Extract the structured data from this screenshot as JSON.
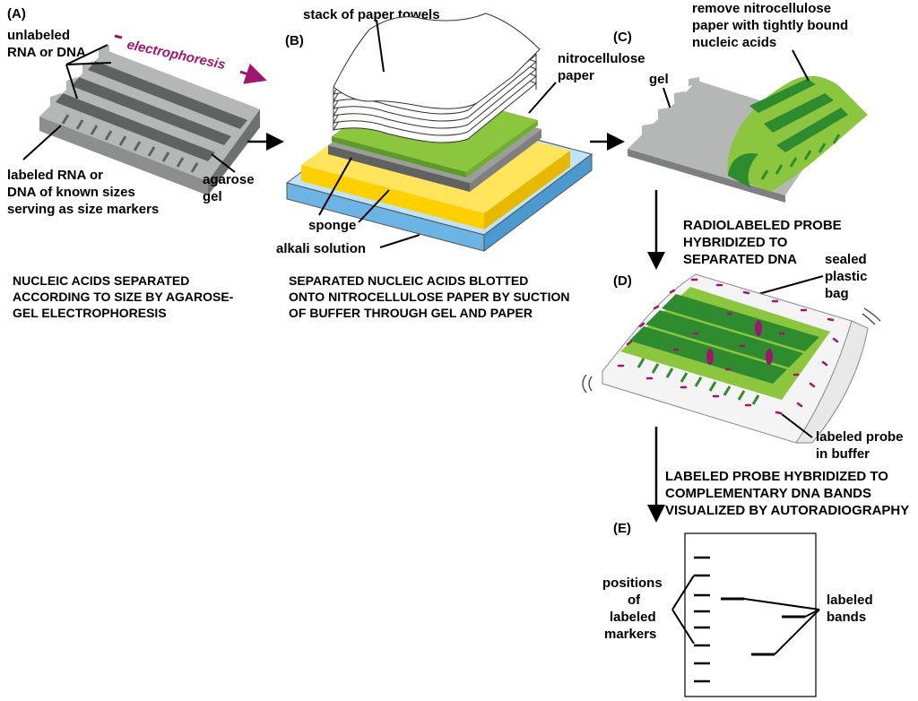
{
  "panels": {
    "a": {
      "letter": "(A)",
      "label_unlabeled": [
        "unlabeled",
        "RNA or DNA"
      ],
      "label_electrophoresis": "electrophoresis",
      "label_markers": [
        "labeled RNA or",
        "DNA of known sizes",
        "serving as size markers"
      ],
      "label_gel": [
        "agarose",
        "gel"
      ],
      "caption": [
        "NUCLEIC ACIDS SEPARATED",
        "ACCORDING TO SIZE BY AGAROSE-",
        "GEL ELECTROPHORESIS"
      ]
    },
    "b": {
      "letter": "(B)",
      "label_towels": "stack of paper towels",
      "label_nitro": [
        "nitrocellulose",
        "paper"
      ],
      "label_sponge": "sponge",
      "label_alkali": "alkali solution",
      "caption": [
        "SEPARATED NUCLEIC ACIDS BLOTTED",
        "ONTO NITROCELLULOSE PAPER BY SUCTION",
        "OF BUFFER THROUGH GEL AND PAPER"
      ]
    },
    "c": {
      "letter": "(C)",
      "label_remove": [
        "remove nitrocellulose",
        "paper with tightly bound",
        "nucleic acids"
      ],
      "label_gel": "gel"
    },
    "d": {
      "letter": "(D)",
      "step_caption": [
        "RADIOLABELED PROBE",
        "HYBRIDIZED TO",
        "SEPARATED DNA"
      ],
      "label_bag": [
        "sealed",
        "plastic",
        "bag"
      ],
      "label_probe": [
        "labeled probe",
        "in buffer"
      ]
    },
    "e": {
      "letter": "(E)",
      "step_caption": [
        "LABELED PROBE HYBRIDIZED TO",
        "COMPLEMENTARY DNA BANDS",
        "VISUALIZED BY AUTORADIOGRAPHY"
      ],
      "label_positions": [
        "positions",
        "of",
        "labeled",
        "markers"
      ],
      "label_bands": [
        "labeled",
        "bands"
      ]
    }
  },
  "colors": {
    "gel": "#a9acab",
    "nitrocellulose": "#8cc63f",
    "dark_green": "#2e8b2e",
    "sponge": "#ffd700",
    "alkali": "#6cb4e4",
    "probe": "#a0166e"
  }
}
